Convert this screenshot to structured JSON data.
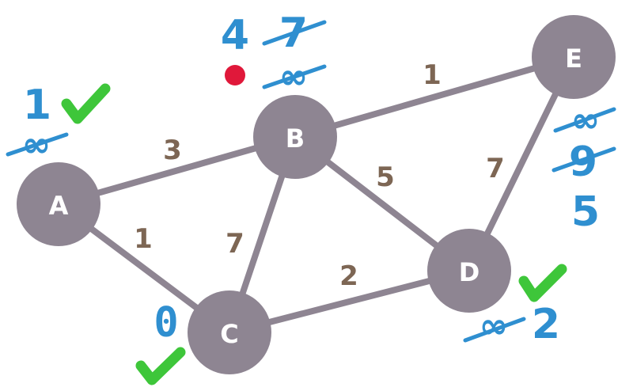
{
  "nodes": {
    "A": {
      "label": "A"
    },
    "B": {
      "label": "B"
    },
    "C": {
      "label": "C"
    },
    "D": {
      "label": "D"
    },
    "E": {
      "label": "E"
    }
  },
  "edges": {
    "A_B": {
      "weight": "3"
    },
    "A_C": {
      "weight": "1"
    },
    "B_C": {
      "weight": "7"
    },
    "B_D": {
      "weight": "5"
    },
    "B_E": {
      "weight": "1"
    },
    "C_D": {
      "weight": "2"
    },
    "D_E": {
      "weight": "7"
    }
  },
  "distances": {
    "A": {
      "current": "1",
      "crossed": [
        "∞"
      ],
      "visited": true
    },
    "B": {
      "current": "4",
      "crossed": [
        "7",
        "∞"
      ],
      "visited": false,
      "selected_marker": true
    },
    "C": {
      "current": "0",
      "crossed": [],
      "visited": true
    },
    "D": {
      "current": "2",
      "crossed": [
        "∞"
      ],
      "visited": true
    },
    "E": {
      "current": "5",
      "crossed": [
        "∞",
        "9"
      ],
      "visited": false
    }
  },
  "colors": {
    "node": "#8e8592",
    "edge": "#8e8592",
    "weight_text": "#7d6654",
    "distance_ink": "#2f8fd0",
    "check": "#3ec63a",
    "marker": "#e0183a"
  }
}
